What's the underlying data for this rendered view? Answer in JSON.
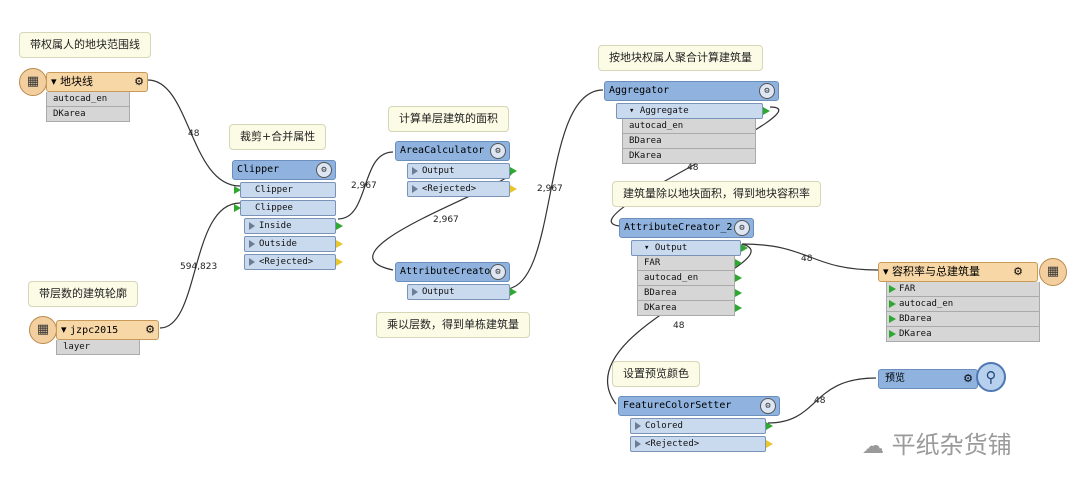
{
  "notes": {
    "n1": "带权属人的地块范围线",
    "n2": "带层数的建筑轮廓",
    "n3": "裁剪+合并属性",
    "n4": "计算单层建筑的面积",
    "n5": "乘以层数，得到单栋建筑量",
    "n6": "按地块权属人聚合计算建筑量",
    "n7": "建筑量除以地块面积，得到地块容积率",
    "n8": "设置预览颜色"
  },
  "readers": {
    "r1": {
      "title": "地块线",
      "attrs": [
        "autocad_en",
        "DKarea"
      ]
    },
    "r2": {
      "title": "jzpc2015",
      "attrs": [
        "layer"
      ]
    }
  },
  "clipper": {
    "title": "Clipper",
    "inputs": [
      "Clipper",
      "Clippee"
    ],
    "outputs": [
      "Inside",
      "Outside",
      "<Rejected>"
    ]
  },
  "area_calc": {
    "title": "AreaCalculator",
    "outputs": [
      "Output",
      "<Rejected>"
    ]
  },
  "attr_creator": {
    "title": "AttributeCreator",
    "outputs": [
      "Output"
    ]
  },
  "aggregator": {
    "title": "Aggregator",
    "output": "Aggregate",
    "attrs": [
      "autocad_en",
      "BDarea",
      "DKarea"
    ]
  },
  "attr_creator2": {
    "title": "AttributeCreator_2",
    "output": "Output",
    "attrs": [
      "FAR",
      "autocad_en",
      "BDarea",
      "DKarea"
    ]
  },
  "writer": {
    "title": "容积率与总建筑量",
    "attrs": [
      "FAR",
      "autocad_en",
      "BDarea",
      "DKarea"
    ]
  },
  "color_setter": {
    "title": "FeatureColorSetter",
    "outputs": [
      "Colored",
      "<Rejected>"
    ]
  },
  "inspector": {
    "title": "预览"
  },
  "counts": {
    "c1": "48",
    "c2": "594,823",
    "c3": "2,967",
    "c4": "2,967",
    "c5": "2,967",
    "c6": "48",
    "c7": "48",
    "c8": "48",
    "c9": "48"
  },
  "watermark": "平纸杂货铺",
  "colors": {
    "link": "#333333",
    "transformer": "#8fb3de",
    "reader": "#f7d7a6",
    "port_ok": "#2fa832",
    "port_rej": "#e8c62e"
  }
}
